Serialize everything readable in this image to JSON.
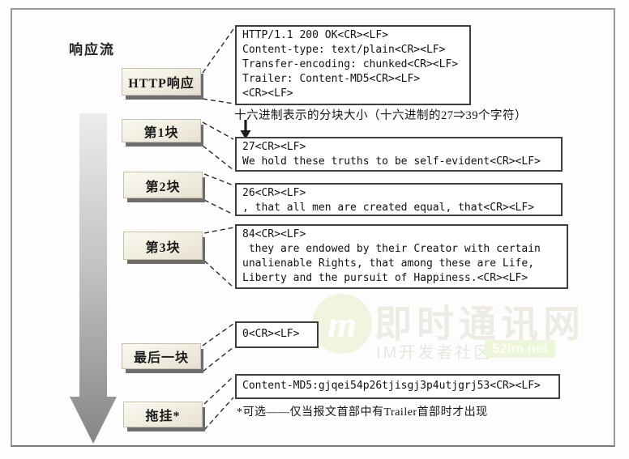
{
  "stream": {
    "label": "响应流"
  },
  "flow": {
    "labels": [
      {
        "id": "http-response",
        "text": "HTTP响应"
      },
      {
        "id": "chunk-1",
        "text": "第1块"
      },
      {
        "id": "chunk-2",
        "text": "第2块"
      },
      {
        "id": "chunk-3",
        "text": "第3块"
      },
      {
        "id": "last-chunk",
        "text": "最后一块"
      },
      {
        "id": "trailer",
        "text": "拖挂*"
      }
    ]
  },
  "boxes": {
    "response_headers": [
      "HTTP/1.1 200 OK<CR><LF>",
      "Content-type: text/plain<CR><LF>",
      "Transfer-encoding: chunked<CR><LF>",
      "Trailer: Content-MD5<CR><LF>",
      "<CR><LF>"
    ],
    "chunk1": [
      "27<CR><LF>",
      "We hold these truths to be self-evident<CR><LF>"
    ],
    "chunk2": [
      "26<CR><LF>",
      ", that all men are created equal, that<CR><LF>"
    ],
    "chunk3": [
      "84<CR><LF>",
      " they are endowed by their Creator with certain",
      "unalienable Rights, that among these are Life,",
      "Liberty and the pursuit of Happiness.<CR><LF>"
    ],
    "last_chunk": [
      "0<CR><LF>"
    ],
    "trailer": [
      "Content-MD5:gjqei54p26tjisgj3p4utjgrj53<CR><LF>"
    ]
  },
  "annotations": {
    "hex_size": "十六进制表示的分块大小（十六进制的27⇒39个字符）",
    "trailer_note": "*可选——仅当报文首部中有Trailer首部时才出现"
  },
  "watermark": {
    "logo_letter": "m",
    "title": "即时通讯网",
    "subtitle": "IM开发者社区",
    "badge": "52im.net",
    "accent_color": "#eaf3d6"
  }
}
